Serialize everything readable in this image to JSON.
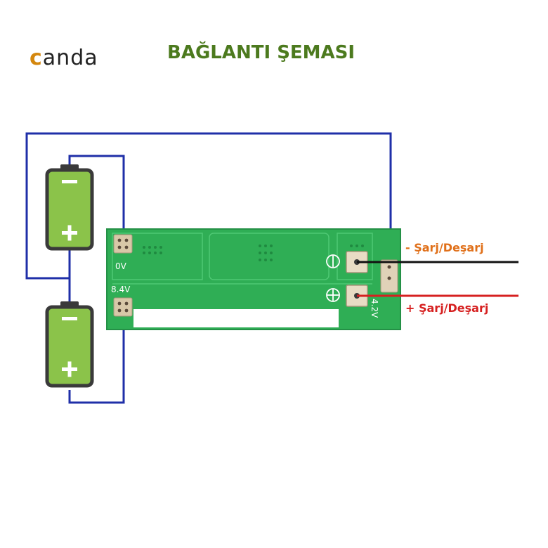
{
  "logo": {
    "first_letter": "c",
    "rest": "anda"
  },
  "title": "BAĞLANTI ŞEMASI",
  "labels": {
    "neg_terminal": "- Şarj/Deşarj",
    "pos_terminal": "+ Şarj/Deşarj"
  },
  "board_marks": {
    "zero_v": "0V",
    "eight_four_v": "8.4V",
    "four_two_v": "4.2V"
  },
  "battery_symbols": {
    "minus": "−",
    "plus": "+"
  },
  "colors": {
    "wire_blue": "#1f2fa8",
    "pcb_green": "#2fae55",
    "battery_green": "#8bc34a",
    "title_green": "#4c7a1e",
    "neg_label": "#e0701a",
    "pos_label": "#d62020"
  }
}
